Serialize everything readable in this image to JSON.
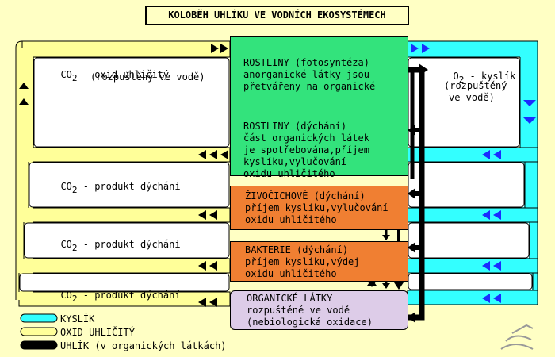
{
  "title": "KOLOBĚH UHLÍKU VE VODNÍCH EKOSYSTÉMECH",
  "boxes": {
    "plants_photo": "ROSTLINY (fotosyntéza)\nanorganické látky jsou\npřetvářeny na organické",
    "plants_resp": "ROSTLINY (dýchání)\nčást organických látek\nje spotřebována,příjem\nkyslíku,vylučování\noxidu uhličitého",
    "animals": "ŽIVOČICHOVÉ (dýchání)\npříjem kyslíku,vylučování\noxidu uhličitého",
    "bacteria": "BAKTERIE (dýchání)\npříjem kyslíku,výdej\noxidu uhličitého",
    "organic": "ORGANICKÉ LÁTKY\nrozpuštěné ve vodě\n(nebiologická oxidace)"
  },
  "labels": {
    "co2_prefix": "CO",
    "co2_sub": "2",
    "co2_dissolved_1": " - oxid uhličitý",
    "co2_dissolved_2": "(rozpuštěný ve vodě)",
    "co2_resp": " - produkt dýchání",
    "o2_prefix": "O",
    "o2_sub": "2",
    "o2_name": " - kyslík",
    "o2_dissolved_1": "(rozpuštěný",
    "o2_dissolved_2": "ve vodě)"
  },
  "legend": {
    "oxygen": "KYSLÍK",
    "co2": "OXID UHLIČITÝ",
    "carbon": "UHLÍK (v organických látkách)"
  },
  "colors": {
    "background": "#ffffc4",
    "co2_band": "#ffff99",
    "o2_band": "#33ffff",
    "arrow_blue": "#1a2cff",
    "green_box": "#33e37c",
    "orange_box": "#f07f32",
    "organic_box": "#ddcce8"
  },
  "icons": [
    "logo-icon"
  ]
}
